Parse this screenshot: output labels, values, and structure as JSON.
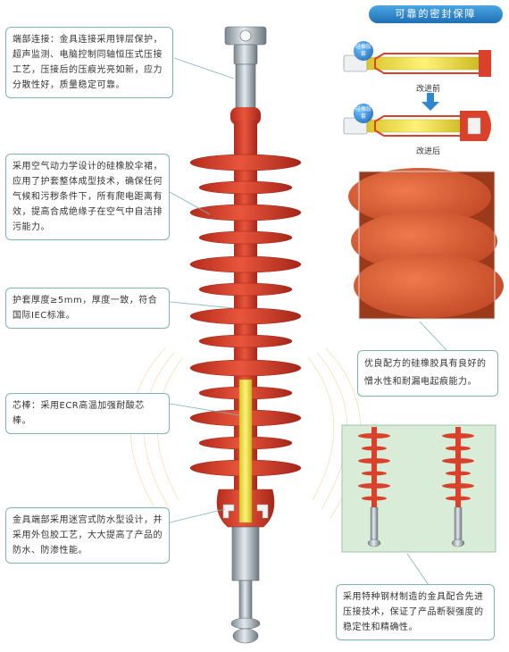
{
  "banner": {
    "title": "可靠的密封保障"
  },
  "seal_diagram": {
    "bubble_label": "硅橡胶套",
    "before_label": "改进前",
    "after_label": "改进后"
  },
  "callouts": {
    "end_fitting": "端部连接：金具连接采用锌层保护，超声监测、电脑控制同轴恒压式压接工艺，压接后的压痕光亮如新，应力分散性好，质量稳定可靠。",
    "shed_design": "采用空气动力学设计的硅橡胶伞裙，应用了护套整体成型技术，确保任何气候和污秽条件下，所有爬电距离有效，提高合成绝缘子在空气中自洁排污能力。",
    "sheath_thickness": "护套厚度≥5mm，厚度一致，符合国际IEC标准。",
    "core_rod": "芯棒：采用ECR高温加强耐酸芯棒。",
    "waterproof": "金具端部采用迷宫式防水型设计，并采用外包胶工艺，大大提高了产品的防水、防渗性能。",
    "silicone_rubber": "优良配方的硅橡胶具有良好的憎水性和耐漏电起痕能力。",
    "steel_fitting": "采用特种钢材制造的金具配合先进压接技术，保证了产品断裂强度的稳定性和精确性。"
  },
  "colors": {
    "shed_red": "#d9412b",
    "core_yellow": "#f2e24a",
    "fitting_gray": "#a8b2ba",
    "callout_border": "#7fb3b3",
    "photo_bg": "#d8ecd8"
  }
}
